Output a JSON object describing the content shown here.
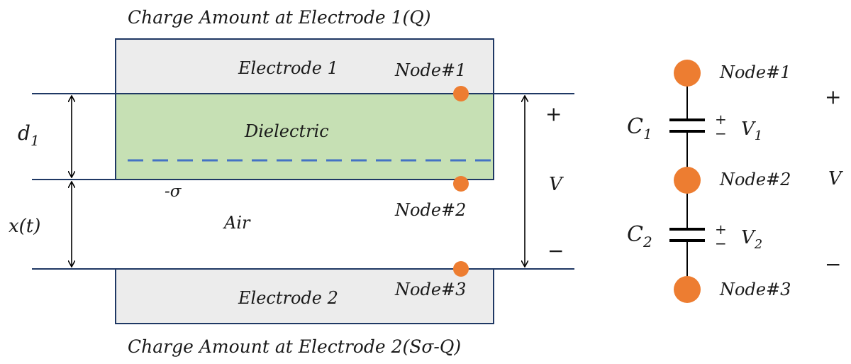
{
  "structure": {
    "top_caption": "Charge Amount at Electrode 1(Q)",
    "bottom_caption": "Charge Amount at Electrode 2(Sσ-Q)",
    "electrode_1": "Electrode 1",
    "electrode_2": "Electrode 2",
    "dielectric": "Dielectric",
    "air": "Air",
    "sigma": "-σ",
    "d1_main": "d",
    "d1_sub": "1",
    "gap": "x(t)",
    "node_1": "Node#1",
    "node_2": "Node#2",
    "node_3": "Node#3",
    "voltage": "V",
    "plus": "+",
    "minus": "−"
  },
  "circuit": {
    "node_1": "Node#1",
    "node_2": "Node#2",
    "node_3": "Node#3",
    "c1_main": "C",
    "c1_sub": "1",
    "c2_main": "C",
    "c2_sub": "2",
    "v1_main": "V",
    "v1_sub": "1",
    "v2_main": "V",
    "v2_sub": "2",
    "cap_plus": "+",
    "cap_minus": "−",
    "voltage": "V",
    "plus": "+",
    "minus": "−"
  },
  "colors": {
    "electrode": "#ececec",
    "dielectric": "#c6e0b4",
    "charge_line": "#4472c4",
    "node": "#ed7d31",
    "outline": "#1f3864"
  }
}
